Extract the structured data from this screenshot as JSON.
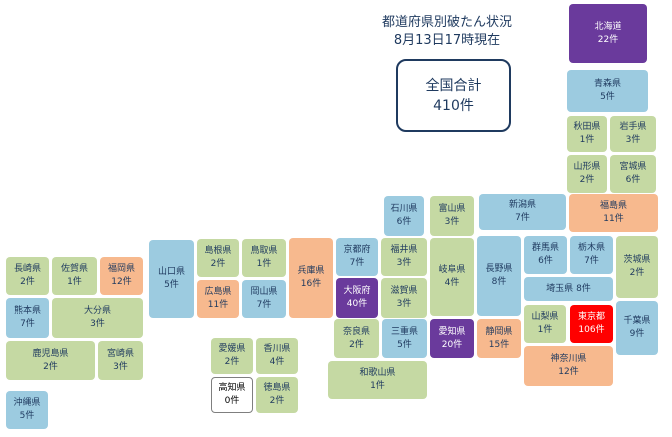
{
  "header": {
    "title_line1": "都道府県別破たん状況",
    "title_line2": "8月13日17時現在"
  },
  "total": {
    "label": "全国合計",
    "value": "410件"
  },
  "prefectures": [
    {
      "name": "北海道",
      "count": "22件",
      "color": "purple"
    },
    {
      "name": "青森県",
      "count": "5件",
      "color": "blue"
    },
    {
      "name": "秋田県",
      "count": "1件",
      "color": "green"
    },
    {
      "name": "岩手県",
      "count": "3件",
      "color": "green"
    },
    {
      "name": "山形県",
      "count": "2件",
      "color": "green"
    },
    {
      "name": "宮城県",
      "count": "6件",
      "color": "green"
    },
    {
      "name": "新潟県",
      "count": "7件",
      "color": "blue"
    },
    {
      "name": "福島県",
      "count": "11件",
      "color": "orange"
    },
    {
      "name": "石川県",
      "count": "6件",
      "color": "blue"
    },
    {
      "name": "富山県",
      "count": "3件",
      "color": "green"
    },
    {
      "name": "長崎県",
      "count": "2件",
      "color": "green"
    },
    {
      "name": "佐賀県",
      "count": "1件",
      "color": "green"
    },
    {
      "name": "福岡県",
      "count": "12件",
      "color": "orange"
    },
    {
      "name": "山口県",
      "count": "5件",
      "color": "blue"
    },
    {
      "name": "島根県",
      "count": "2件",
      "color": "green"
    },
    {
      "name": "鳥取県",
      "count": "1件",
      "color": "green"
    },
    {
      "name": "兵庫県",
      "count": "16件",
      "color": "orange"
    },
    {
      "name": "京都府",
      "count": "7件",
      "color": "blue"
    },
    {
      "name": "福井県",
      "count": "3件",
      "color": "green"
    },
    {
      "name": "岐阜県",
      "count": "4件",
      "color": "green"
    },
    {
      "name": "長野県",
      "count": "8件",
      "color": "blue"
    },
    {
      "name": "群馬県",
      "count": "6件",
      "color": "blue"
    },
    {
      "name": "栃木県",
      "count": "7件",
      "color": "blue"
    },
    {
      "name": "茨城県",
      "count": "2件",
      "color": "green"
    },
    {
      "name": "熊本県",
      "count": "7件",
      "color": "blue"
    },
    {
      "name": "大分県",
      "count": "3件",
      "color": "green"
    },
    {
      "name": "広島県",
      "count": "11件",
      "color": "orange"
    },
    {
      "name": "岡山県",
      "count": "7件",
      "color": "blue"
    },
    {
      "name": "大阪府",
      "count": "40件",
      "color": "purple"
    },
    {
      "name": "滋賀県",
      "count": "3件",
      "color": "green"
    },
    {
      "name": "埼玉県",
      "count": "8件",
      "color": "blue"
    },
    {
      "name": "鹿児島県",
      "count": "2件",
      "color": "green"
    },
    {
      "name": "宮崎県",
      "count": "3件",
      "color": "green"
    },
    {
      "name": "愛媛県",
      "count": "2件",
      "color": "green"
    },
    {
      "name": "香川県",
      "count": "4件",
      "color": "green"
    },
    {
      "name": "奈良県",
      "count": "2件",
      "color": "green"
    },
    {
      "name": "三重県",
      "count": "5件",
      "color": "blue"
    },
    {
      "name": "愛知県",
      "count": "20件",
      "color": "purple"
    },
    {
      "name": "静岡県",
      "count": "15件",
      "color": "orange"
    },
    {
      "name": "山梨県",
      "count": "1件",
      "color": "green"
    },
    {
      "name": "東京都",
      "count": "106件",
      "color": "red"
    },
    {
      "name": "千葉県",
      "count": "9件",
      "color": "blue"
    },
    {
      "name": "高知県",
      "count": "0件",
      "color": "white"
    },
    {
      "name": "徳島県",
      "count": "2件",
      "color": "green"
    },
    {
      "name": "和歌山県",
      "count": "1件",
      "color": "green"
    },
    {
      "name": "神奈川県",
      "count": "12件",
      "color": "orange"
    },
    {
      "name": "沖縄県",
      "count": "5件",
      "color": "blue"
    }
  ]
}
